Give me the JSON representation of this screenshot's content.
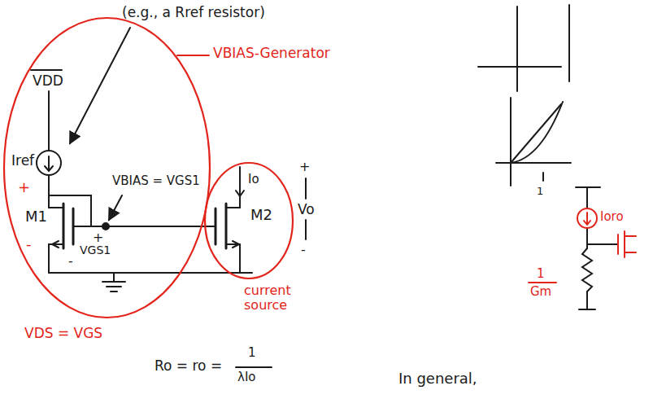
{
  "diagram": {
    "nodes": [
      {
        "text": [
          "M1"
        ]
      },
      {
        "text": [
          "M2"
        ]
      }
    ],
    "labels": [
      "(e.g., a Rref resistor)",
      "VDD",
      "VBIAS-Generator",
      "Iref",
      "VBIAS = VGS1",
      "+",
      "+",
      "VGS1",
      "-",
      "-",
      "Io",
      "+",
      "Vo",
      "-",
      "current source",
      "VDS = VGS",
      "Ro = ro =",
      "1",
      "λIo",
      "In general,",
      "1",
      "Ioro",
      "1",
      "Gm"
    ]
  }
}
